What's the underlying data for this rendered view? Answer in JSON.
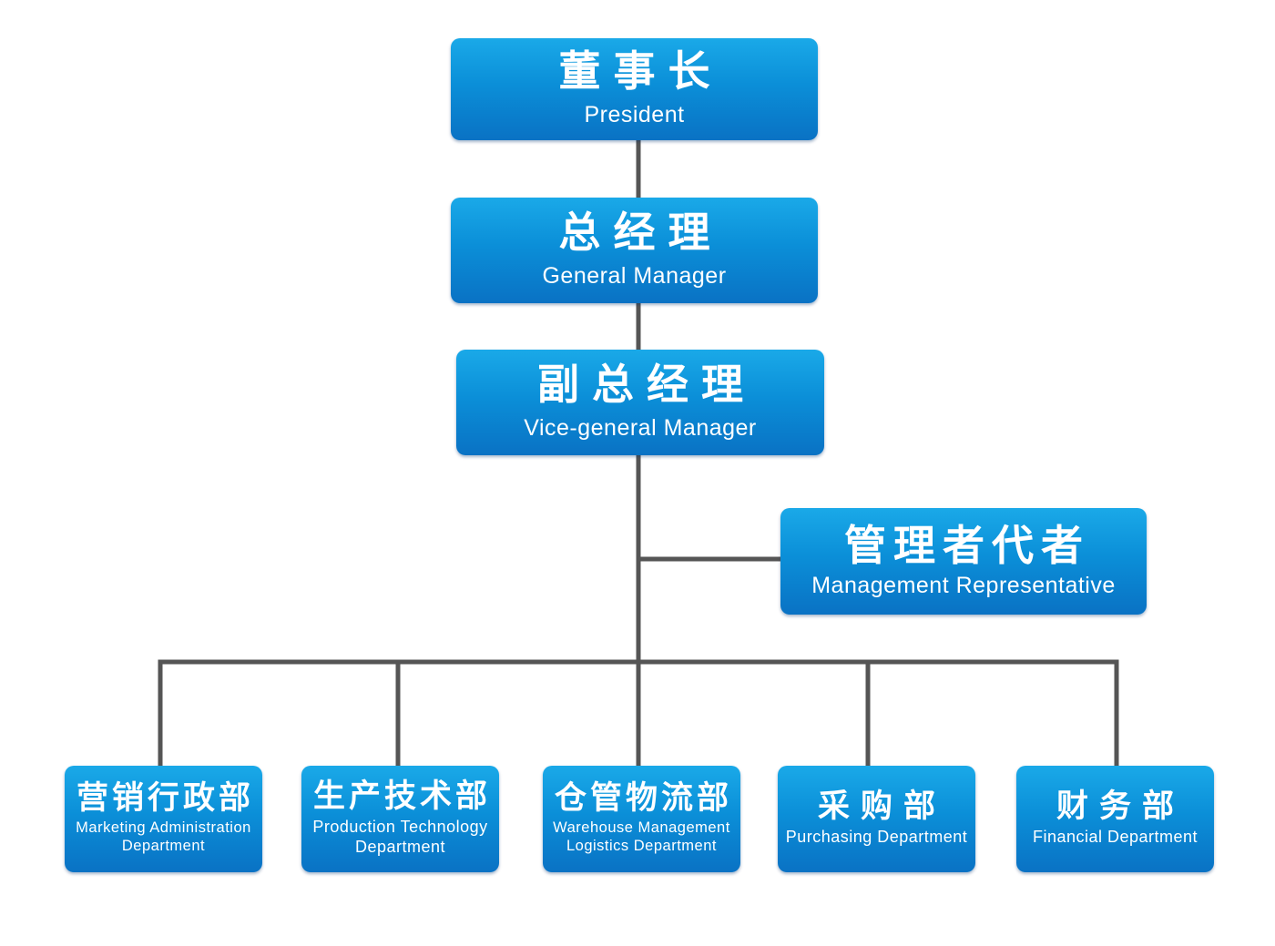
{
  "chart": {
    "president": {
      "zh": "董事长",
      "en": "President"
    },
    "general_manager": {
      "zh": "总经理",
      "en": "General Manager"
    },
    "vice_general_manager": {
      "zh": "副总经理",
      "en": "Vice-general Manager"
    },
    "management_representative": {
      "zh": "管理者代者",
      "en": "Management Representative"
    },
    "departments": [
      {
        "zh": "营销行政部",
        "en_line1": "Marketing Administration",
        "en_line2": "Department"
      },
      {
        "zh": "生产技术部",
        "en_line1": "Production Technology",
        "en_line2": "Department"
      },
      {
        "zh": "仓管物流部",
        "en_line1": "Warehouse Management",
        "en_line2": "Logistics Department"
      },
      {
        "zh": "采购部",
        "en_line1": "Purchasing Department"
      },
      {
        "zh": "财务部",
        "en_line1": "Financial Department"
      }
    ]
  },
  "colors": {
    "box_top": "#1aa9e8",
    "box_bottom": "#0a72c4",
    "connector": "#555555",
    "text": "#ffffff"
  }
}
